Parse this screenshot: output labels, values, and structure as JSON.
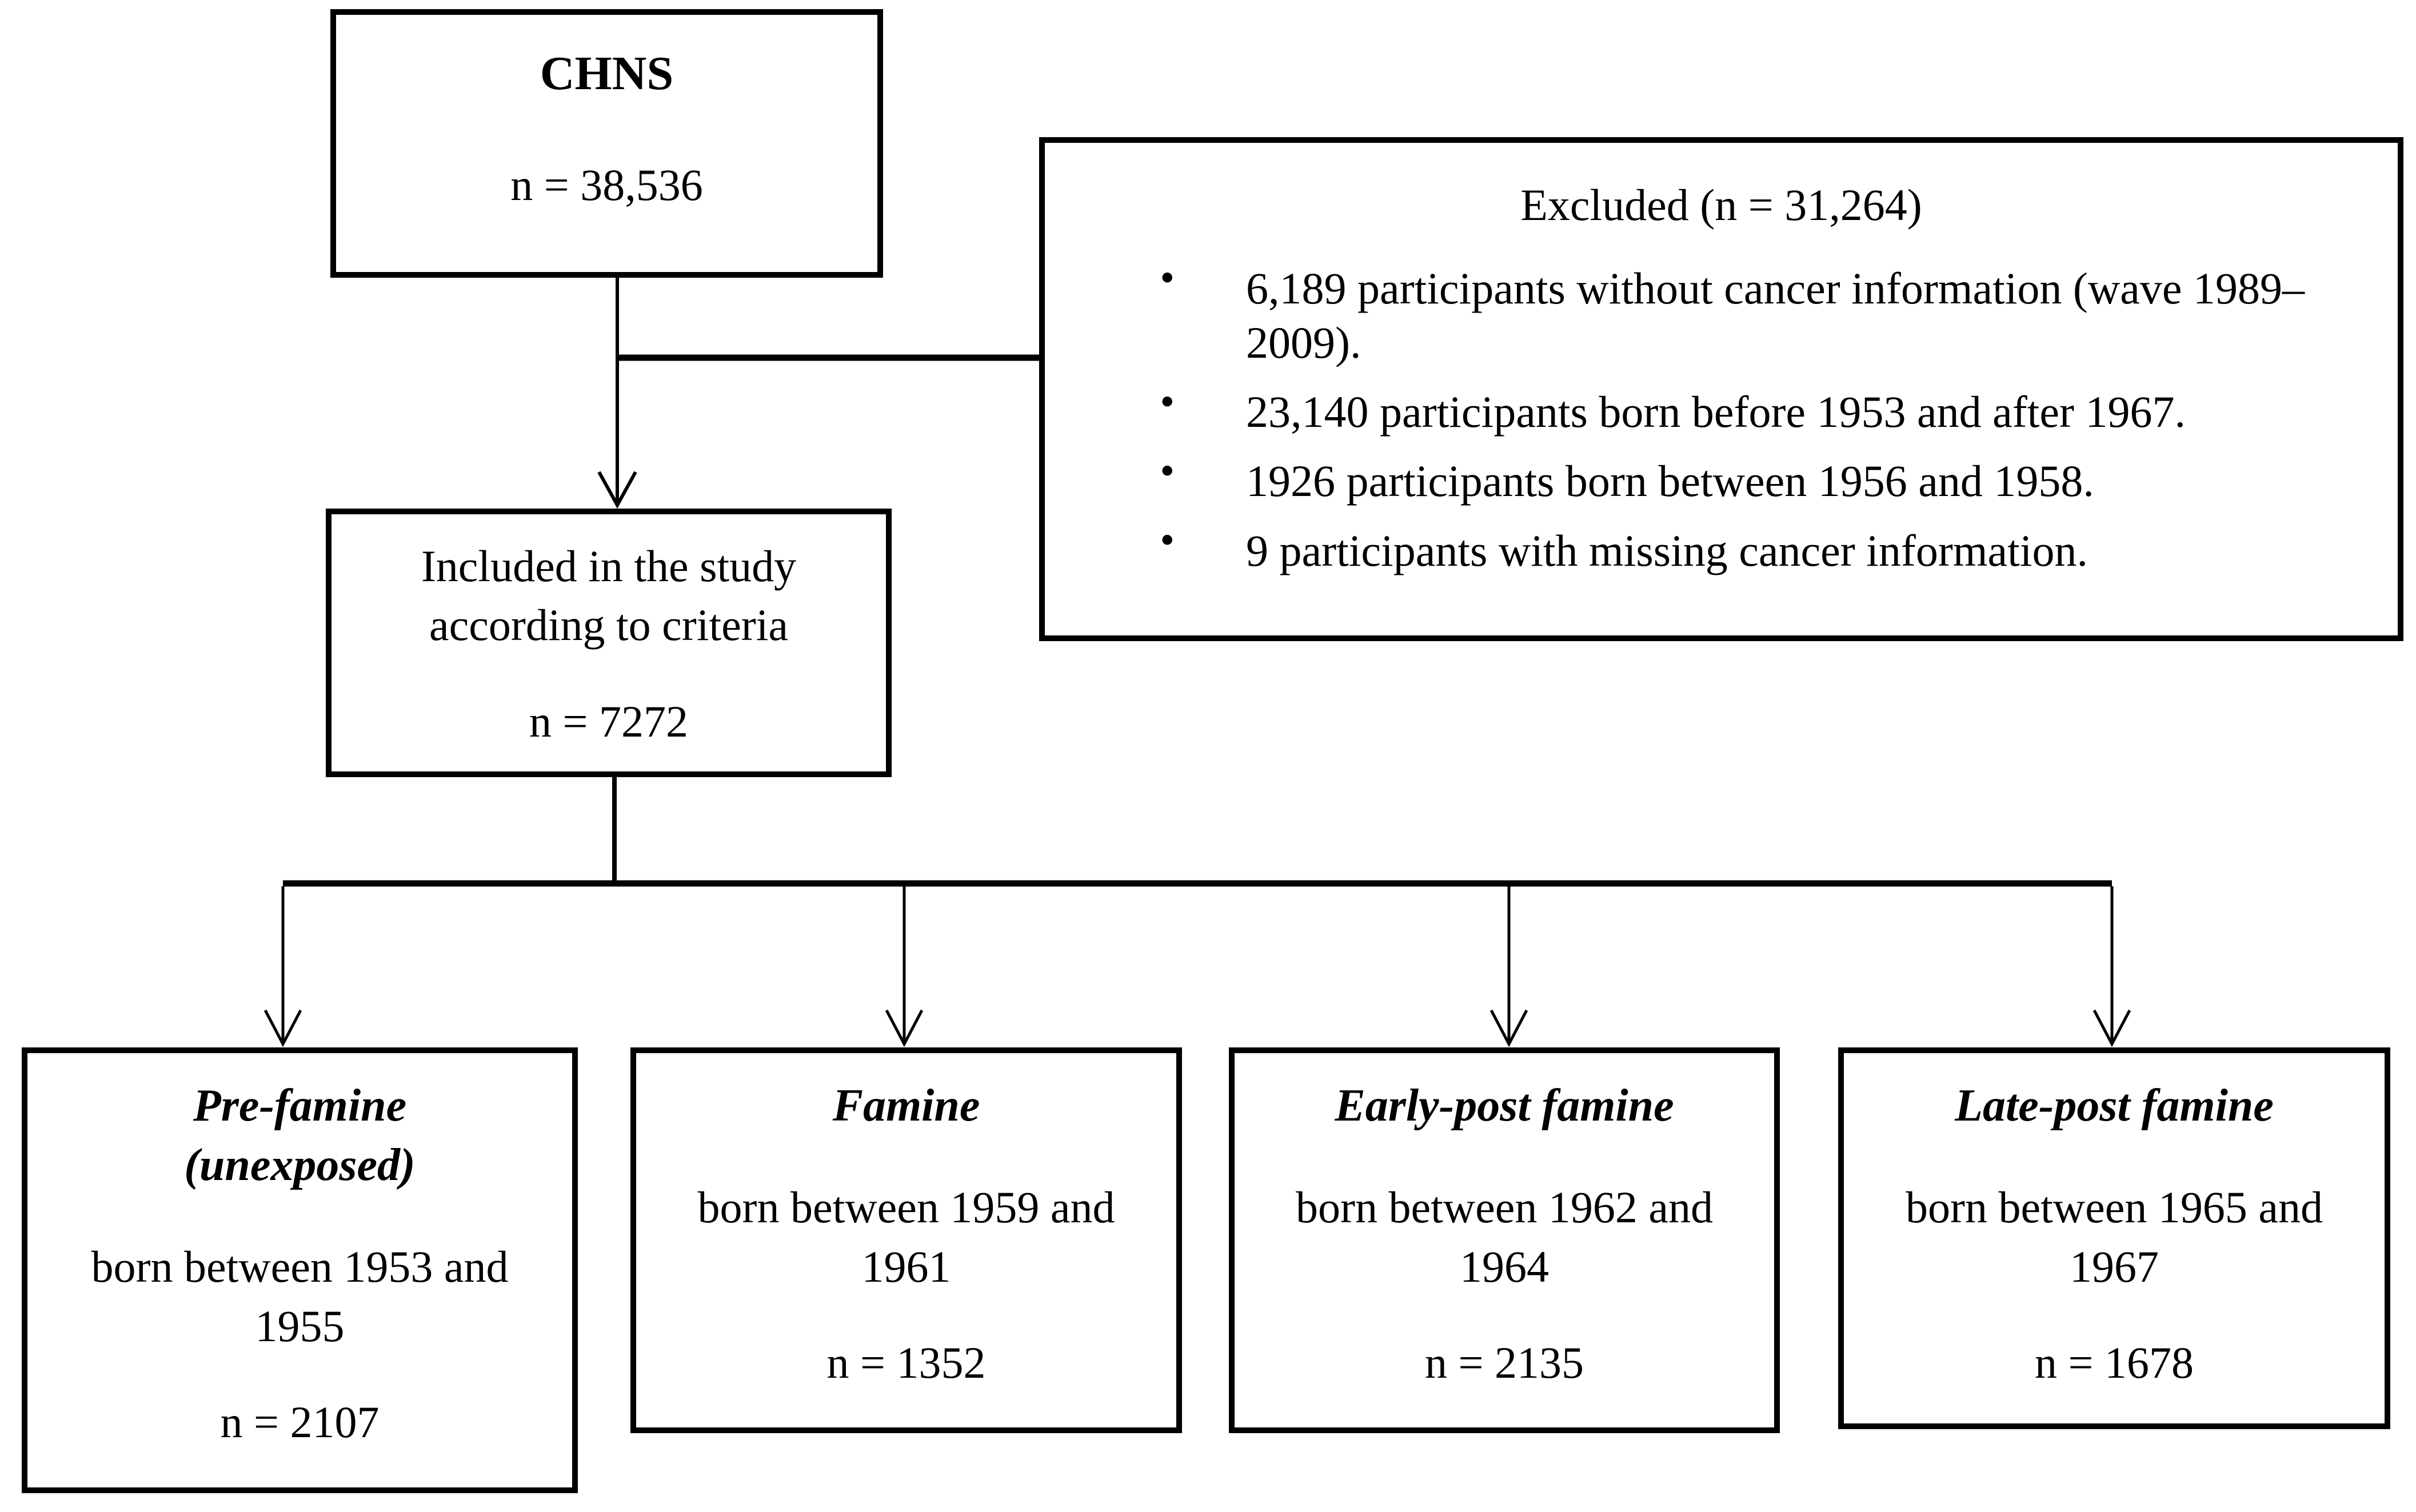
{
  "colors": {
    "line": "#000000",
    "background": "#ffffff",
    "text": "#000000"
  },
  "flowchart": {
    "source": {
      "title": "CHNS",
      "n": "n = 38,536"
    },
    "excluded": {
      "title": "Excluded (n = 31,264)",
      "bullets": [
        "6,189 participants without cancer information (wave 1989–2009).",
        "23,140 participants born before 1953 and after 1967.",
        "1926 participants born between 1956 and 1958.",
        "9 participants with missing cancer information."
      ]
    },
    "included": {
      "text": "Included in the study according to criteria",
      "n": "n = 7272"
    },
    "groups": [
      {
        "title": "Pre-famine",
        "subtitle": "(unexposed)",
        "desc": "born between 1953 and 1955",
        "n": "n = 2107"
      },
      {
        "title": "Famine",
        "subtitle": "",
        "desc": "born between 1959 and 1961",
        "n": "n = 1352"
      },
      {
        "title": "Early-post famine",
        "subtitle": "",
        "desc": "born between 1962 and 1964",
        "n": "n = 2135"
      },
      {
        "title": "Late-post famine",
        "subtitle": "",
        "desc": "born between 1965 and 1967",
        "n": "n = 1678"
      }
    ]
  }
}
